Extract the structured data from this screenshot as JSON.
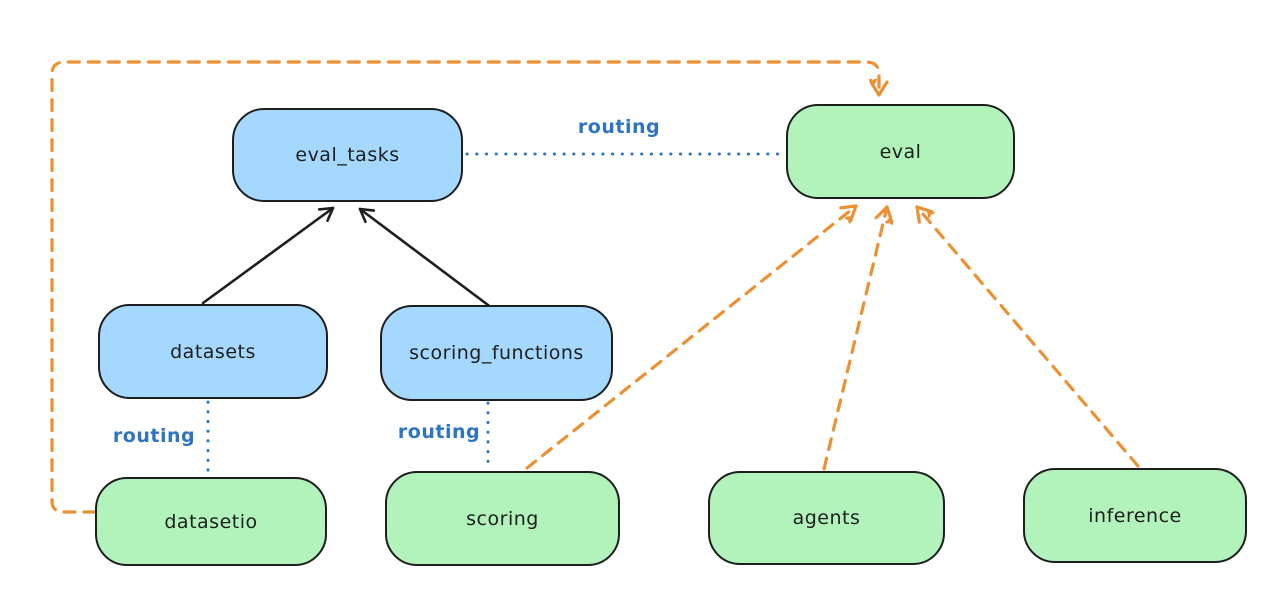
{
  "diagram": {
    "nodes": {
      "eval_tasks": {
        "label": "eval_tasks",
        "fill": "blue"
      },
      "eval": {
        "label": "eval",
        "fill": "green"
      },
      "datasets": {
        "label": "datasets",
        "fill": "blue"
      },
      "scoring_functions": {
        "label": "scoring_functions",
        "fill": "blue"
      },
      "datasetio": {
        "label": "datasetio",
        "fill": "green"
      },
      "scoring": {
        "label": "scoring",
        "fill": "green"
      },
      "agents": {
        "label": "agents",
        "fill": "green"
      },
      "inference": {
        "label": "inference",
        "fill": "green"
      }
    },
    "edges": [
      {
        "from": "datasets",
        "to": "eval_tasks",
        "style": "solid-arrow",
        "color": "black"
      },
      {
        "from": "scoring_functions",
        "to": "eval_tasks",
        "style": "solid-arrow",
        "color": "black"
      },
      {
        "from": "eval_tasks",
        "to": "eval",
        "style": "dotted-line",
        "color": "blue",
        "label": "routing"
      },
      {
        "from": "datasets",
        "to": "datasetio",
        "style": "dotted-line",
        "color": "blue",
        "label": "routing"
      },
      {
        "from": "scoring_functions",
        "to": "scoring",
        "style": "dotted-line",
        "color": "blue",
        "label": "routing"
      },
      {
        "from": "datasetio",
        "to": "eval",
        "style": "dashed-arrow",
        "color": "orange"
      },
      {
        "from": "scoring",
        "to": "eval",
        "style": "dashed-arrow",
        "color": "orange"
      },
      {
        "from": "agents",
        "to": "eval",
        "style": "dashed-arrow",
        "color": "orange"
      },
      {
        "from": "inference",
        "to": "eval",
        "style": "dashed-arrow",
        "color": "orange"
      }
    ],
    "colors": {
      "api_blue_fill": "#a5d8ff",
      "provider_green_fill": "#b2f2bb",
      "stroke_dark": "#1e1e1e",
      "routing_blue": "#2f74c0",
      "arrow_orange": "#ec9133",
      "background": "#ffffff"
    }
  }
}
